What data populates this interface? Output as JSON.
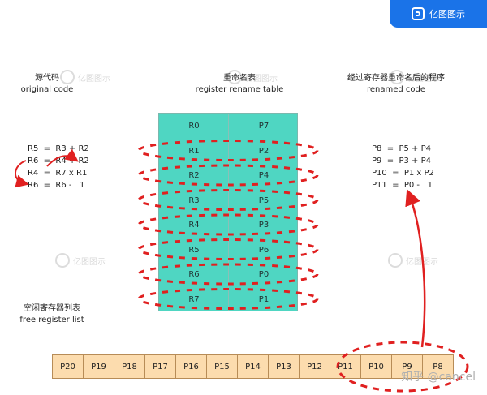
{
  "brand": {
    "label": "亿图图示"
  },
  "watermark": {
    "text": "亿图图示"
  },
  "source_code": {
    "title_cn": "源代码",
    "title_en": "original code",
    "lines": [
      "R5  =  R3 + R2",
      "R6  =  R4 + R2",
      "R4  =  R7 x R1",
      "R6  =  R6 -   1"
    ]
  },
  "rename_table": {
    "title_cn": "重命名表",
    "title_en": "register rename table",
    "rows": [
      {
        "arch": "R0",
        "phys": "P7"
      },
      {
        "arch": "R1",
        "phys": "P2"
      },
      {
        "arch": "R2",
        "phys": "P4"
      },
      {
        "arch": "R3",
        "phys": "P5"
      },
      {
        "arch": "R4",
        "phys": "P3"
      },
      {
        "arch": "R5",
        "phys": "P6"
      },
      {
        "arch": "R6",
        "phys": "P0"
      },
      {
        "arch": "R7",
        "phys": "P1"
      }
    ]
  },
  "renamed_code": {
    "title_cn": "经过寄存器重命名后的程序",
    "title_en": "renamed code",
    "lines": [
      "P8  =  P5 + P4",
      "P9  =  P3 + P4",
      "P10  =  P1 x P2",
      "P11  =  P0 -   1"
    ]
  },
  "free_list": {
    "title_cn": "空闲寄存器列表",
    "title_en": "free register list",
    "cells": [
      "P20",
      "P19",
      "P18",
      "P17",
      "P16",
      "P15",
      "P14",
      "P13",
      "P12",
      "P11",
      "P10",
      "P9",
      "P8"
    ]
  },
  "footer": {
    "credit": "知乎 @cancel"
  },
  "colors": {
    "accent_red": "#e02020",
    "table_fill": "#4fd6c2",
    "free_list_fill": "#fcdcae",
    "brand_blue": "#1a73e8"
  }
}
